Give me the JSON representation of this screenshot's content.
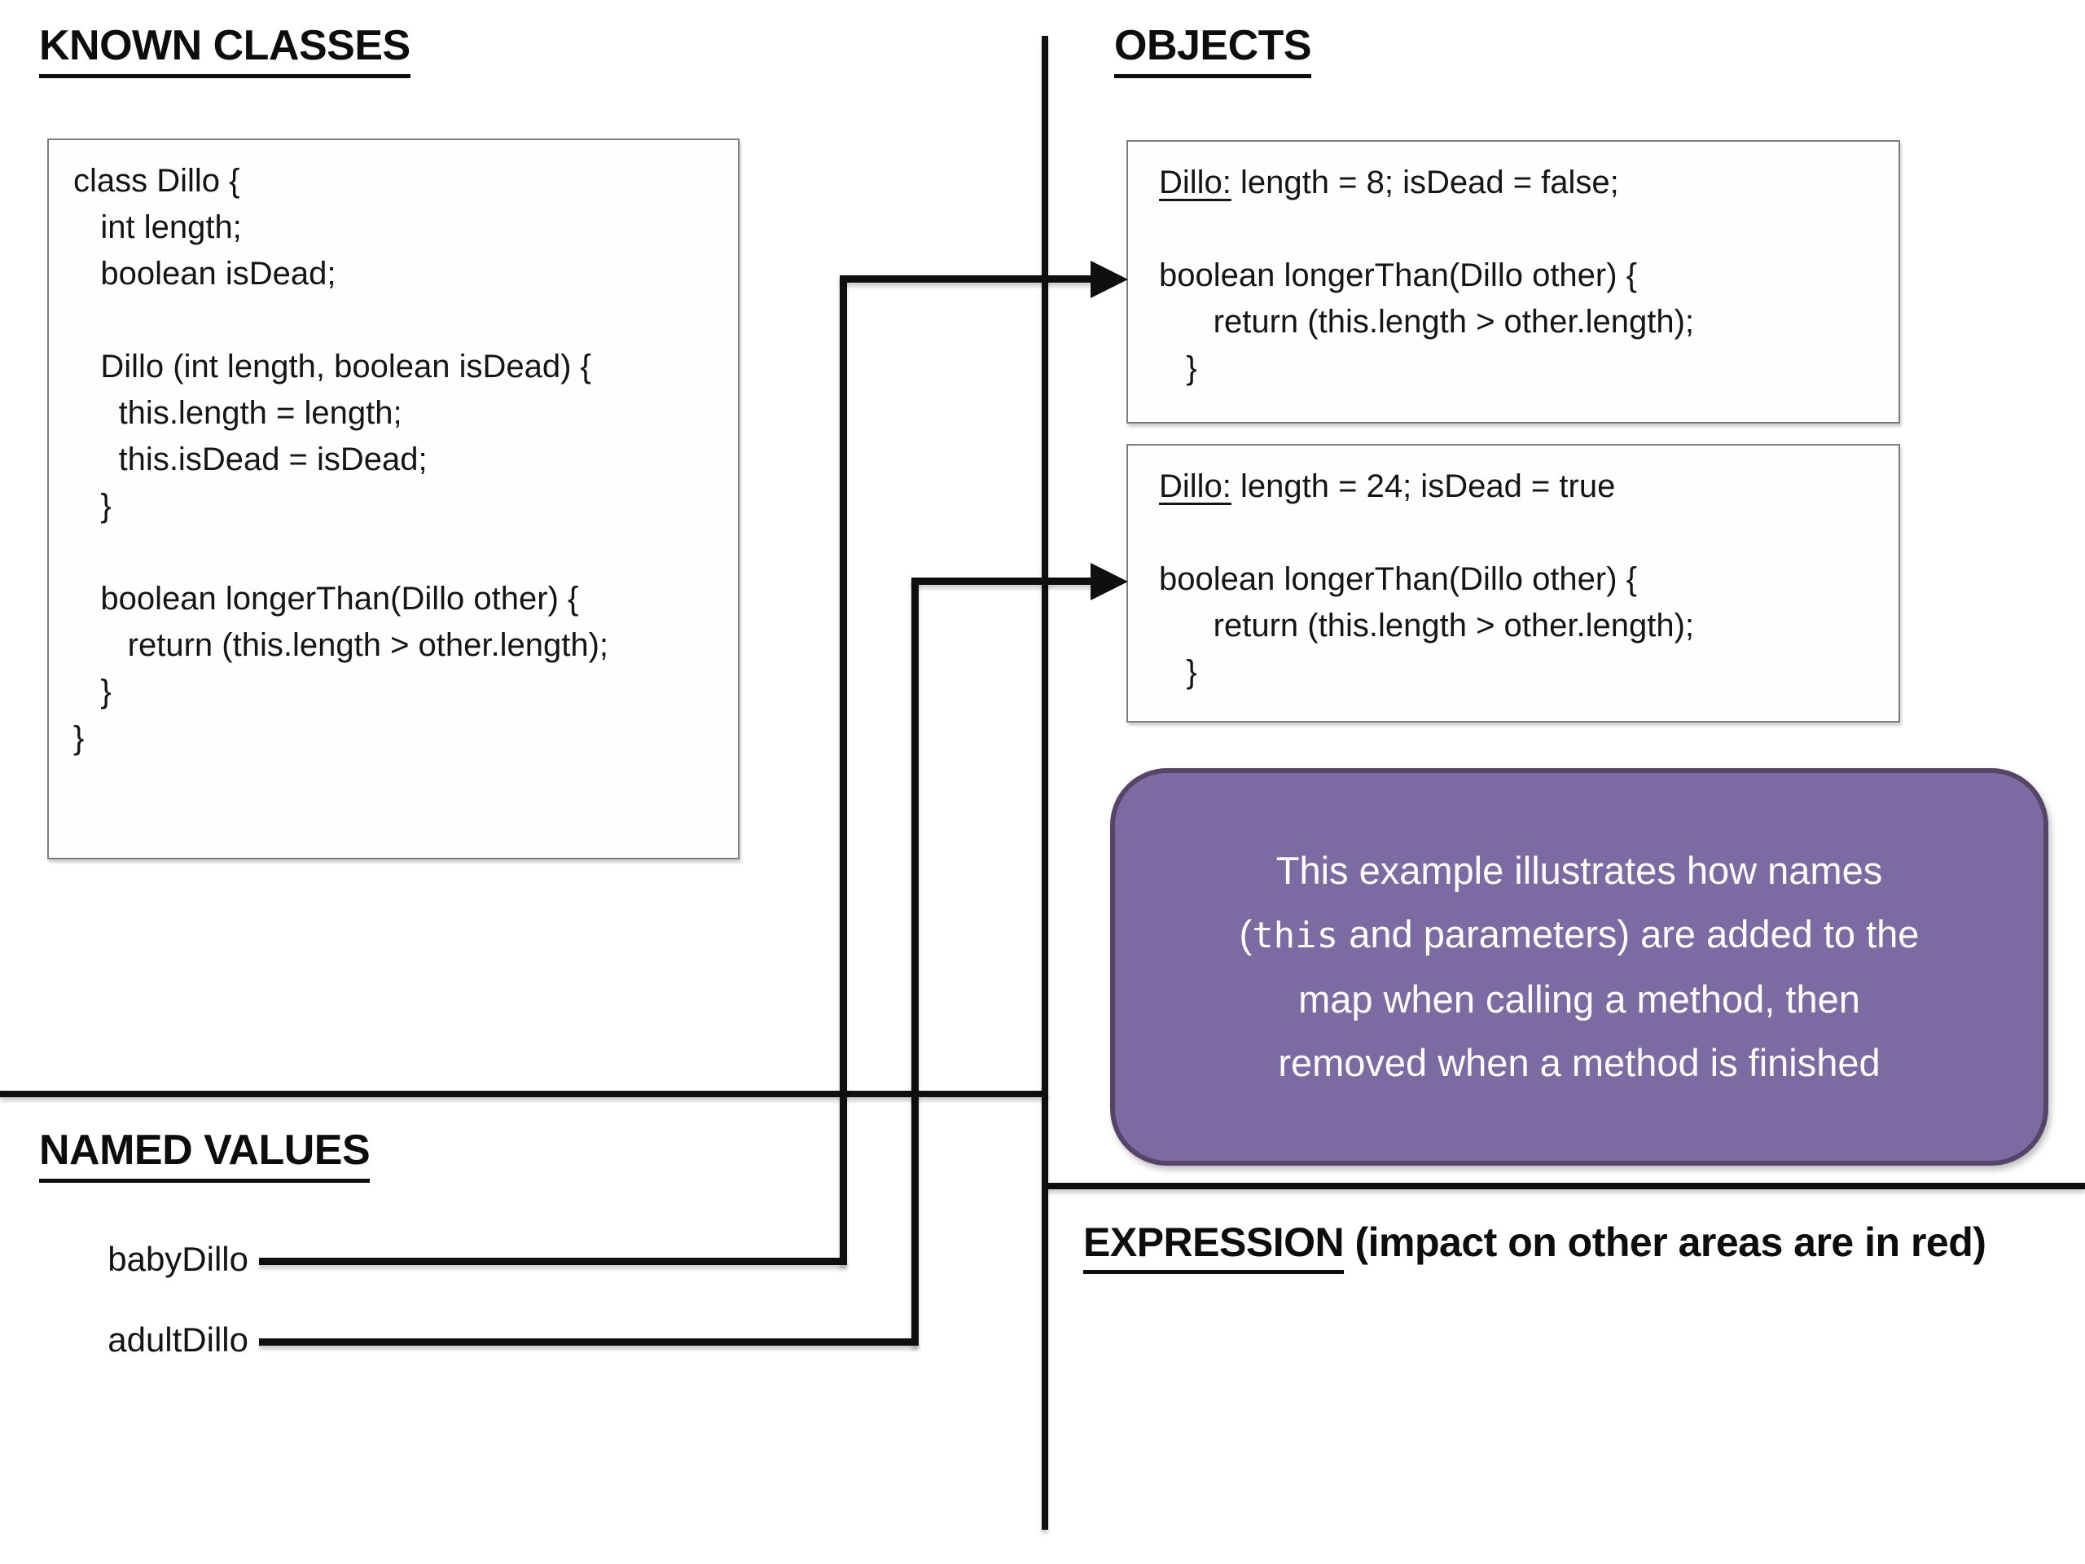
{
  "sections": {
    "known_classes": {
      "title": "KNOWN CLASSES"
    },
    "objects": {
      "title": "OBJECTS"
    },
    "named_values": {
      "title": "NAMED VALUES"
    },
    "expression": {
      "title": "EXPRESSION",
      "subtitle": " (impact on other areas are in red)"
    }
  },
  "class_box": {
    "code": "class Dillo {\n   int length;\n   boolean isDead;\n\n   Dillo (int length, boolean isDead) {\n     this.length = length;\n     this.isDead = isDead;\n   }\n\n   boolean longerThan(Dillo other) {\n      return (this.length > other.length);\n   }\n}"
  },
  "objects": [
    {
      "title_label": "Dillo:",
      "title_rest": " length = 8; isDead = false;",
      "method_code": "boolean longerThan(Dillo other) {\n      return (this.length > other.length);\n   }"
    },
    {
      "title_label": "Dillo:",
      "title_rest": " length = 24; isDead = true",
      "method_code": "boolean longerThan(Dillo other) {\n      return (this.length > other.length);\n   }"
    }
  ],
  "named_values": [
    {
      "name": "babyDillo"
    },
    {
      "name": "adultDillo"
    }
  ],
  "note_box": {
    "line1": "This example illustrates how names",
    "line2_open": "(",
    "line2_code": "this",
    "line2_rest": " and parameters) are added to the",
    "line3": "map when calling a method, then",
    "line4": "removed when a method is finished",
    "fill_color": "#7c6ba2",
    "border_color": "#564569"
  },
  "colors": {
    "line_color": "#0f0f0f",
    "box_border": "#7e7e7e"
  }
}
